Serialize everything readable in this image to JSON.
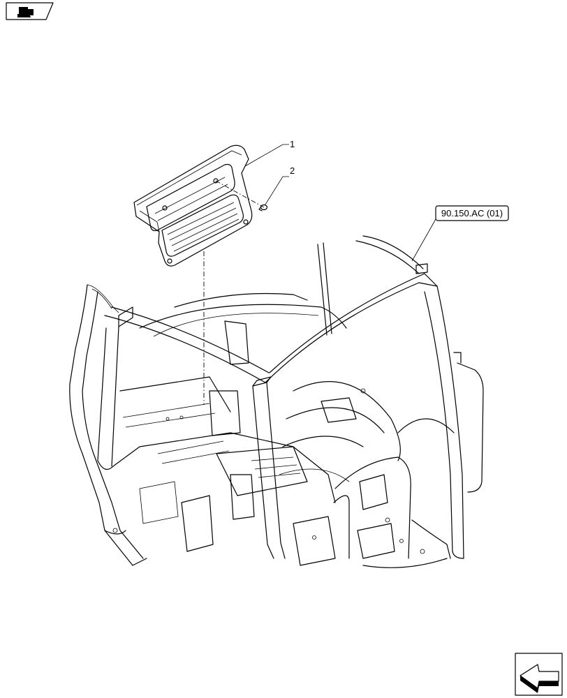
{
  "callouts": [
    {
      "text": "1"
    },
    {
      "text": "2"
    }
  ],
  "reference": {
    "text": "90.150.AC (01)"
  },
  "icons": {
    "top_left": "page-flag-icon",
    "bottom_right": "next-page-arrow-icon"
  }
}
